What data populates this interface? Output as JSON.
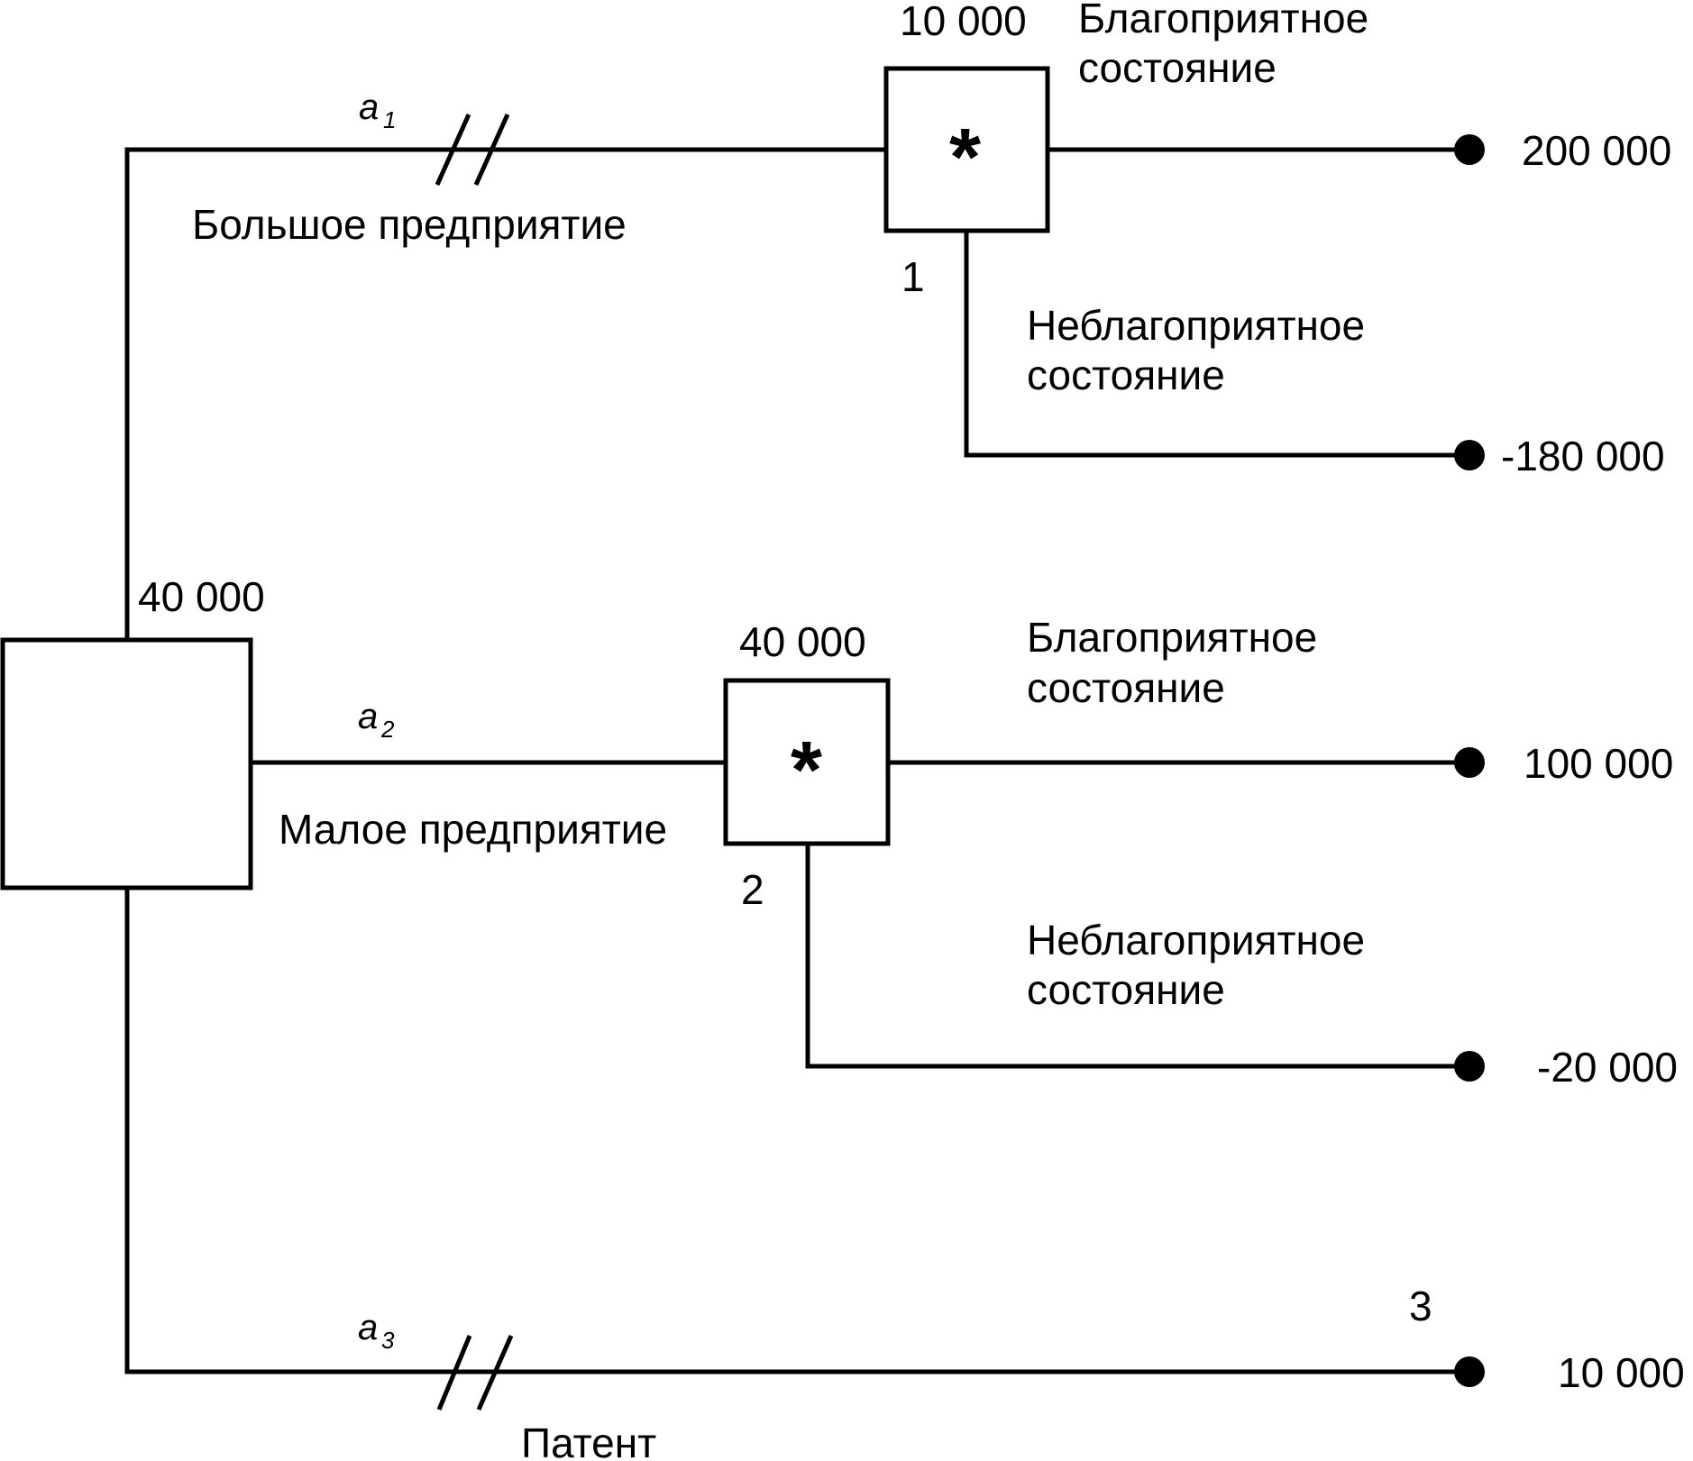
{
  "decision_node": {
    "value": "40 000"
  },
  "branches": {
    "a1": {
      "letter": "a",
      "index": "1",
      "label": "Большое предприятие"
    },
    "a2": {
      "letter": "a",
      "index": "2",
      "label": "Малое предприятие"
    },
    "a3": {
      "letter": "a",
      "index": "3",
      "label": "Патент"
    }
  },
  "chance_nodes": [
    {
      "number": "1",
      "value": "10 000",
      "symbol": "*"
    },
    {
      "number": "2",
      "value": "40 000",
      "symbol": "*"
    }
  ],
  "states": {
    "favorable": [
      "Благоприятное",
      "состояние"
    ],
    "unfavorable": [
      "Неблагоприятное",
      "состояние"
    ]
  },
  "outcomes": {
    "n1_favorable": "200 000",
    "n1_unfavorable": "-180 000",
    "n2_favorable": "100 000",
    "n2_unfavorable": "-20 000",
    "n3": "10 000"
  },
  "terminal_3": {
    "number": "3"
  },
  "colors": {
    "line": "#000000",
    "background": "#ffffff"
  }
}
